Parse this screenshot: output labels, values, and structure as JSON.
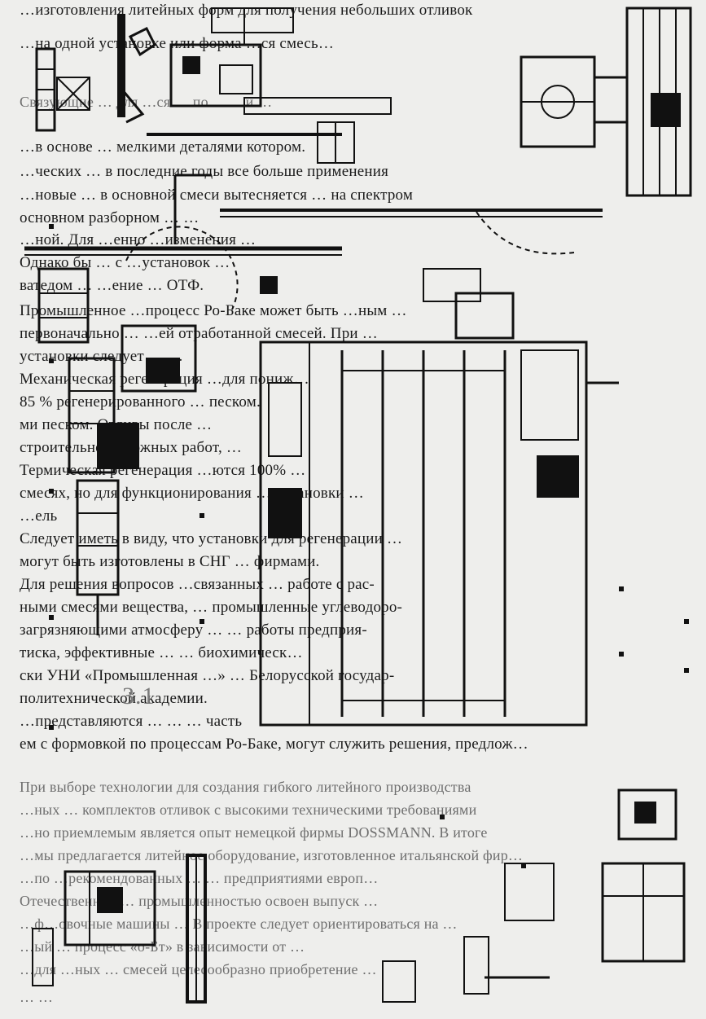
{
  "document": {
    "section_number": "3.1",
    "lines_upper": [
      "…изготовления литейных форм для получения небольших отливок",
      "…на одной установке или форма …ся смесь…",
      "Связующие … для …ся … по …  …и …",
      "…в основе … мелкими деталями котором.",
      "…ческих … в последние годы все больше применения",
      "…новые … в основной смеси вытесняется … на спектром",
      "основном разборном … …",
      "…ной. Для …енно …изменения …",
      "Однако бы … с …установок …",
      "ватедом … …ение … ОТФ.",
      "Промышленное …процесс Ро-Баке может быть …ным …",
      "первоначально … …ей отработанной смесей. При …",
      "установки следует … …",
      "Механическая регенерация …для пониж…",
      "85 % регенерированного … песком.",
      "ми песком. Отливы после …",
      "строительно-дорожных работ, …",
      "Термическая регенерация …ются 100% …",
      "смесях, но для функционирования … установки …",
      "…ель",
      "Следует иметь в виду, что установки для регенерации …",
      "могут быть изготовлены в СНГ … фирмами.",
      "Для решения вопросов …связанных … работе с рас-",
      "ными смесями вещества, … промышленные углеводоро-",
      "загрязняющими атмосферу … … работы предприя-",
      "тиска, эффективные … … биохимическ…",
      "ски УНИ «Промышленная …» … Белорусской государ-",
      "политехнической академии.",
      "…представляются … … … часть",
      "ем с формовкой по процессам Ро-Баке, могут служить решения, предлож…"
    ],
    "lines_lower": [
      "При выборе технологии для создания гибкого литейного производства",
      "…ных … комплектов отливок с высокими техническими требованиями",
      "…но приемлемым является опыт немецкой фирмы DOSSMANN. В итоге",
      "…мы предлагается литейное оборудование, изготовленное итальянской фир…",
      "…по …рекомендованных … … предприятиями европ…",
      "Отечественной … промышленностью освоен выпуск …",
      "…ф…овочные машины … В проекте следует ориентироваться на …",
      "…ый … процесс «о-Бт» в зависимости от …",
      "…для …ных … смесей целесообразно приобретение …",
      "… …"
    ]
  }
}
